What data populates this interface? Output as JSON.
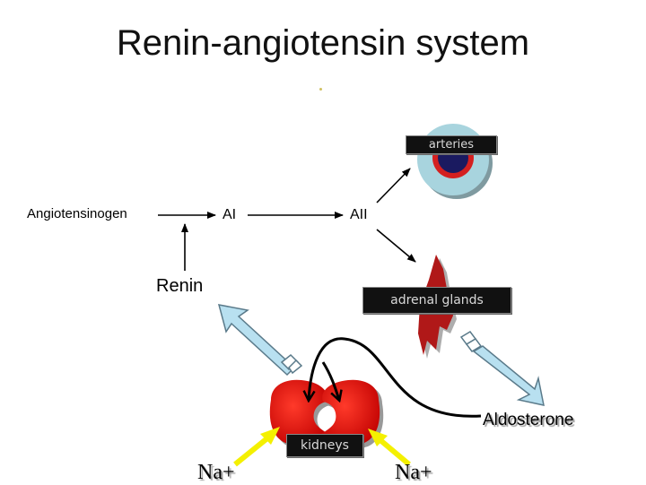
{
  "title": "Renin-angiotensin system",
  "nodes": {
    "angiotensinogen": "Angiotensinogen",
    "ai": "AI",
    "aii": "AII",
    "renin": "Renin",
    "aldosterone": "Aldosterone",
    "na_left": "Na+",
    "na_right": "Na+"
  },
  "organ_labels": {
    "arteries": "arteries",
    "adrenal_glands": "adrenal glands",
    "kidneys": "kidneys"
  },
  "colors": {
    "arrow_black": "#000000",
    "tube_fill": "#b8e0f0",
    "tube_stroke": "#5a7a8a",
    "kidney_red": "#e01010",
    "adrenal_red": "#b01818",
    "na_arrow_yellow": "#f4f000",
    "artery_outer": "#a8d4de",
    "artery_red": "#d42020",
    "artery_inner": "#1a1a60"
  }
}
